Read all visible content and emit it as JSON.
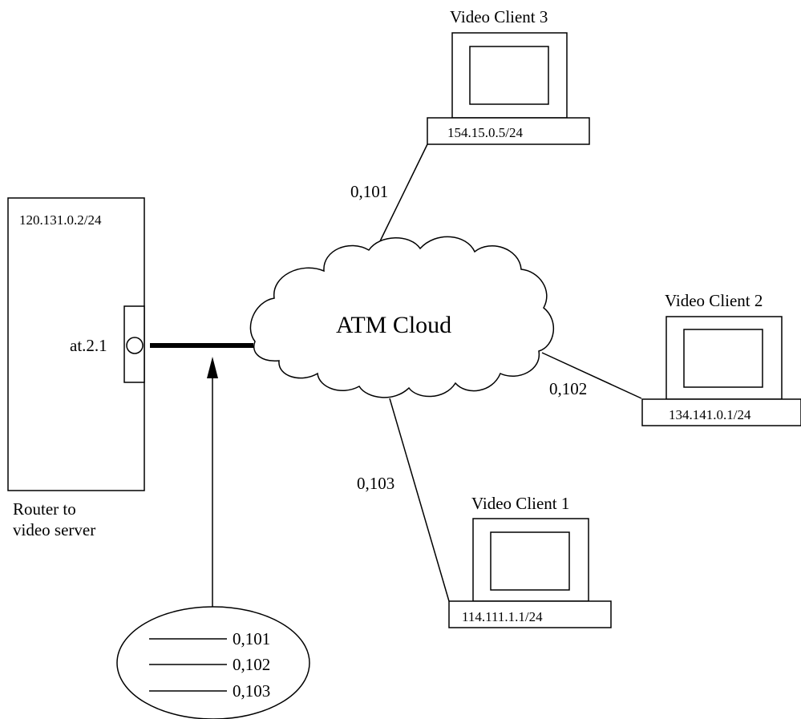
{
  "router": {
    "ip": "120.131.0.2/24",
    "port": "at.2.1",
    "caption_line1": "Router to",
    "caption_line2": "video server"
  },
  "cloud": {
    "label": "ATM Cloud"
  },
  "clients": [
    {
      "name": "Video Client 3",
      "ip": "154.15.0.5/24",
      "vc": "0,101"
    },
    {
      "name": "Video Client 2",
      "ip": "134.141.0.1/24",
      "vc": "0,102"
    },
    {
      "name": "Video Client 1",
      "ip": "114.111.1.1/24",
      "vc": "0,103"
    }
  ],
  "vc_list": [
    "0,101",
    "0,102",
    "0,103"
  ]
}
